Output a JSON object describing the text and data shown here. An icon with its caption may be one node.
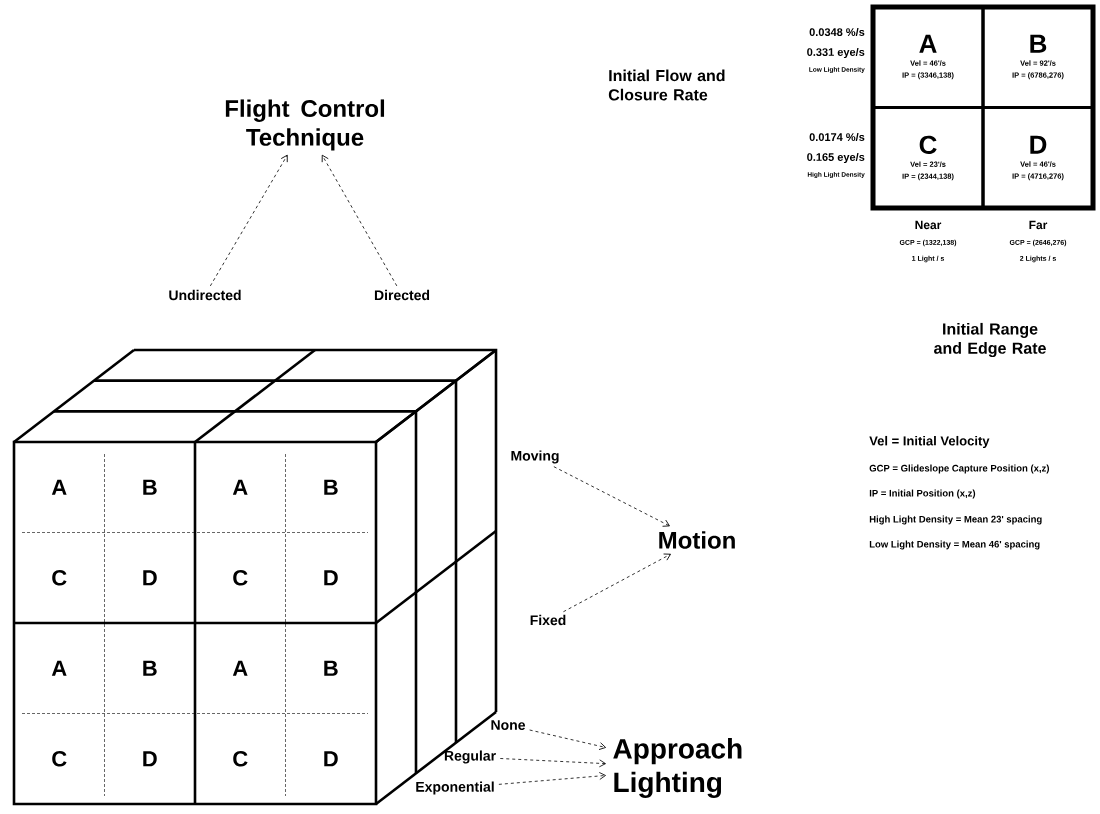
{
  "diagram": {
    "nodes": [
      {
        "text": [
          "A",
          "Vel = 46'/s",
          "IP = (3346,138)"
        ]
      },
      {
        "text": [
          "B",
          "Vel = 92'/s",
          "IP = (6786,276)"
        ]
      },
      {
        "text": [
          "C",
          "Vel = 23'/s",
          "IP = (2344,138)"
        ]
      },
      {
        "text": [
          "D",
          "Vel = 46'/s",
          "IP = (4716,276)"
        ]
      },
      {
        "text": [
          "Flight Control Technique"
        ]
      },
      {
        "text": [
          "Undirected"
        ]
      },
      {
        "text": [
          "Directed"
        ]
      },
      {
        "text": [
          "Moving"
        ]
      },
      {
        "text": [
          "Motion"
        ]
      },
      {
        "text": [
          "Fixed"
        ]
      },
      {
        "text": [
          "None"
        ]
      },
      {
        "text": [
          "Approach Lighting"
        ]
      },
      {
        "text": [
          "Regular"
        ]
      },
      {
        "text": [
          "Exponential"
        ]
      }
    ],
    "edges": [
      {
        "from": 5,
        "to": 4,
        "arrow": "to",
        "style": "dashed"
      },
      {
        "from": 6,
        "to": 4,
        "arrow": "to",
        "style": "dashed"
      },
      {
        "from": 7,
        "to": 8,
        "arrow": "to",
        "style": "dashed"
      },
      {
        "from": 9,
        "to": 8,
        "arrow": "to",
        "style": "dashed"
      },
      {
        "from": 10,
        "to": 11,
        "arrow": "to",
        "style": "dashed"
      },
      {
        "from": 12,
        "to": 11,
        "arrow": "to",
        "style": "dashed"
      },
      {
        "from": 13,
        "to": 11,
        "arrow": "to",
        "style": "dashed"
      }
    ],
    "labels": [
      "Initial Flow and Closure Rate",
      "0.0348 %/s",
      "0.331 eye/s",
      "Low Light Density",
      "0.0174 %/s",
      "0.165 eye/s",
      "High Light Density",
      "Near",
      "Far",
      "GCP = (1322,138)",
      "GCP = (2646,276)",
      "1 Light / s",
      "2 Lights / s",
      "Initial Range and Edge Rate",
      "Vel = Initial Velocity",
      "GCP = Glideslope Capture Position (x,z)",
      "IP = Initial Position (x,z)",
      "High Light Density = Mean 23' spacing",
      "Low Light Density = Mean 46' spacing",
      "A",
      "B",
      "A",
      "B",
      "C",
      "D",
      "C",
      "D",
      "A",
      "B",
      "A",
      "B",
      "C",
      "D",
      "C",
      "D"
    ]
  }
}
